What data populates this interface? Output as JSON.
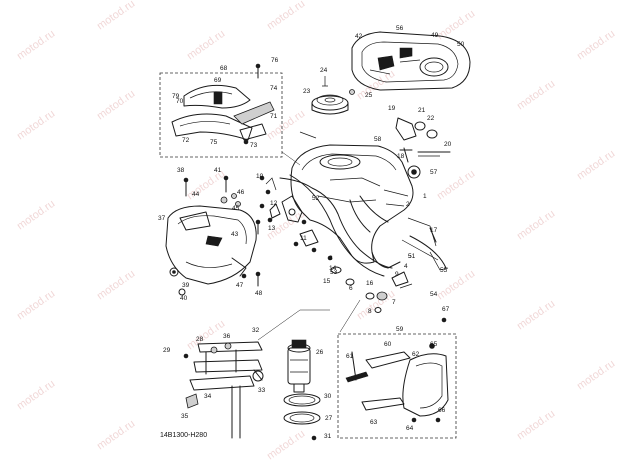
{
  "diagram": {
    "code": "14B1300-H280",
    "watermark": "motod.ru",
    "callouts": [
      "1",
      "2",
      "3",
      "4",
      "5",
      "6",
      "7",
      "8",
      "9",
      "10",
      "11",
      "12",
      "13",
      "14",
      "15",
      "16",
      "17",
      "18",
      "19",
      "20",
      "21",
      "22",
      "23",
      "24",
      "25",
      "26",
      "27",
      "28",
      "29",
      "30",
      "31",
      "32",
      "33",
      "34",
      "35",
      "36",
      "37",
      "38",
      "39",
      "40",
      "41",
      "42",
      "43",
      "44",
      "45",
      "46",
      "47",
      "48",
      "49",
      "50",
      "51",
      "52",
      "53",
      "54",
      "55",
      "56",
      "57",
      "58",
      "59",
      "60",
      "61",
      "62",
      "63",
      "64",
      "65",
      "66",
      "67",
      "68",
      "69",
      "70",
      "71",
      "72",
      "73",
      "74",
      "75",
      "76"
    ]
  }
}
